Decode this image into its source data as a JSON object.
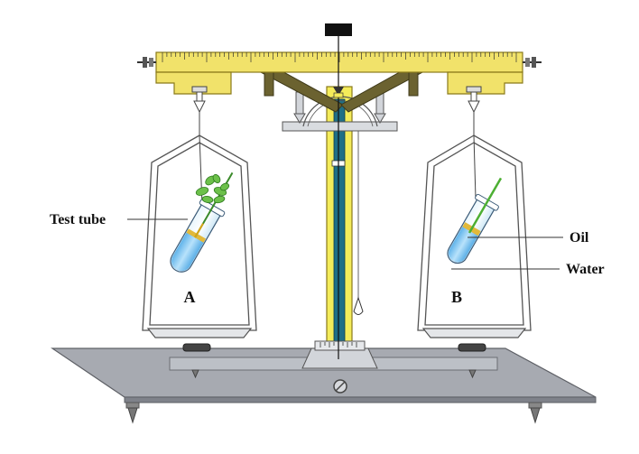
{
  "labels": {
    "test_tube": "Test tube",
    "pan_a": "A",
    "pan_b": "B",
    "oil": "Oil",
    "water": "Water"
  },
  "colors": {
    "beam": "#f1e26a",
    "beam_stroke": "#8a7a1a",
    "base": "#a9acb3",
    "arm": "#6b6230",
    "pillar": "#f4ec5a",
    "pillar_core": "#1f6f86",
    "water": "#9ccff0",
    "oil": "#e2b93a",
    "leaf": "#6cc04a",
    "frame": "#555555"
  },
  "icons": [
    "screw-icon",
    "pointer-weight-icon",
    "leaf-icon"
  ]
}
